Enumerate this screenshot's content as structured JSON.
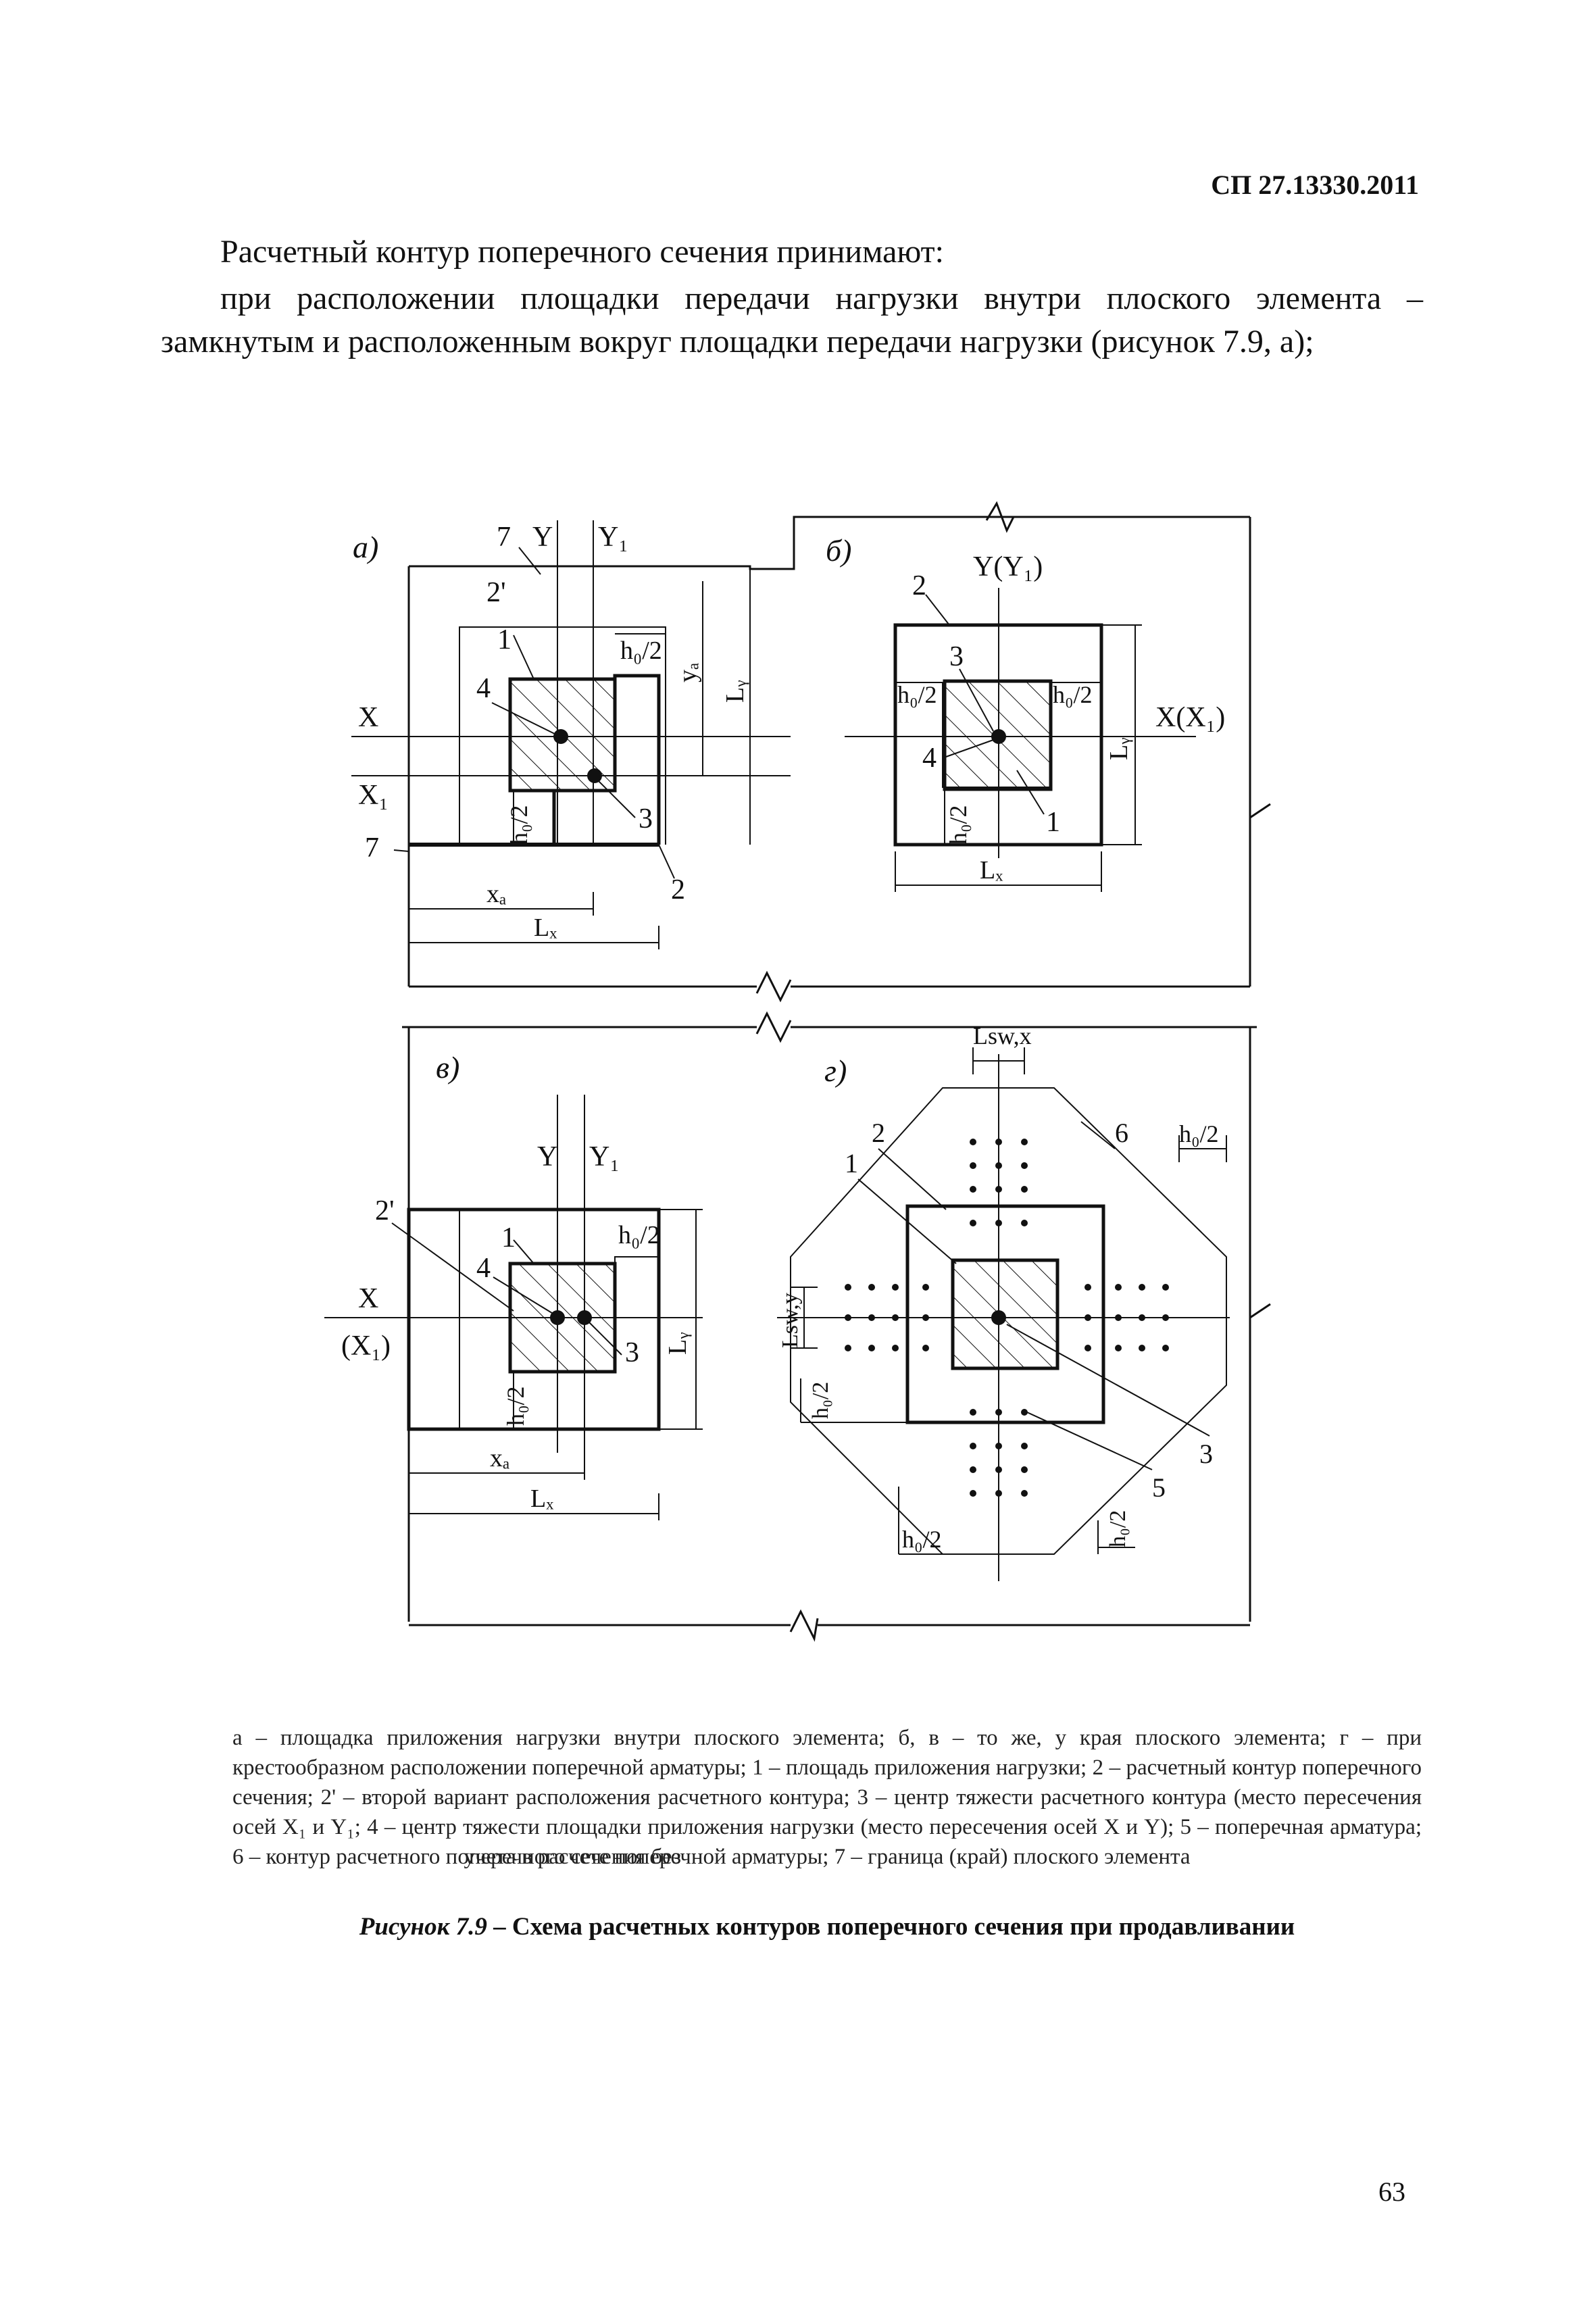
{
  "header": {
    "doc_code": "СП 27.13330.2011"
  },
  "body": {
    "para1": "Расчетный контур поперечного сечения принимают:",
    "para2": "при расположении площадки передачи нагрузки внутри плоского элемента – замкнутым и расположенным вокруг площадки передачи нагрузки (рисунок 7.9, а);"
  },
  "figure": {
    "panel_a": {
      "letter": "а)",
      "label_7": "7",
      "label_Y": "Y",
      "label_Y1": "Y₁",
      "label_2p": "2'",
      "label_1": "1",
      "label_4": "4",
      "label_h0_top": "h₀/2",
      "label_ya": "yₐ",
      "label_Ly": "Lᵧ",
      "label_X": "X",
      "label_X1": "X₁",
      "label_7b": "7",
      "label_h0_left": "h₀/2",
      "label_3": "3",
      "label_2": "2",
      "label_xa": "xₐ",
      "label_Lx": "Lₓ"
    },
    "panel_b": {
      "letter": "б)",
      "label_YY1": "Y(Y₁)",
      "label_2": "2",
      "label_3": "3",
      "label_h0_left": "h₀/2",
      "label_h0_right": "h₀/2",
      "label_XX1": "X(X₁)",
      "label_Ly": "Lᵧ",
      "label_4": "4",
      "label_h0_v": "h₀/2",
      "label_1": "1",
      "label_Lx": "Lₓ"
    },
    "panel_v": {
      "letter": "в)",
      "label_Y": "Y",
      "label_Y1": "Y₁",
      "label_2p": "2'",
      "label_1": "1",
      "label_h0_top": "h₀/2",
      "label_4": "4",
      "label_X": "X",
      "label_X1": "(X₁)",
      "label_3": "3",
      "label_Ly": "Lᵧ",
      "label_h0_left": "h₀/2",
      "label_xa": "xₐ",
      "label_Lx": "Lₓ"
    },
    "panel_g": {
      "letter": "г)",
      "label_Lswx": "Lsw,x",
      "label_2": "2",
      "label_6": "6",
      "label_1": "1",
      "label_h0_tr": "h₀/2",
      "label_Lswy": "Lsw,y",
      "label_h0_l": "h₀/2",
      "label_3": "3",
      "label_5": "5",
      "label_h0_bl": "h₀/2",
      "label_h0_br": "h₀/2"
    }
  },
  "caption": {
    "part1": "а – площадка приложения нагрузки внутри плоского элемента; б, в – то же, у края плоского элемента; г – при крестообразном расположении поперечной арматуры; 1 – площадь приложения нагрузки; 2 – расчетный контур поперечного сечения; 2' – второй вариант расположения расчетного контура; 3 – центр тяжести расчетного контура (место пересечения осей X₁ и Y₁; 4 – центр тяжести площадки приложения нагрузки (место пересечения осей X и Y); 5 – поперечная арматура; 6 – контур расчетного поперечного сечения без",
    "part2": "учета в расчете поперечной арматуры; 7 – граница (край) плоского элемента"
  },
  "figure_title": {
    "label": "Рисунок 7.9",
    "text": " – Схема расчетных контуров поперечного сечения при продавливании"
  },
  "footer": {
    "page_number": "63"
  }
}
